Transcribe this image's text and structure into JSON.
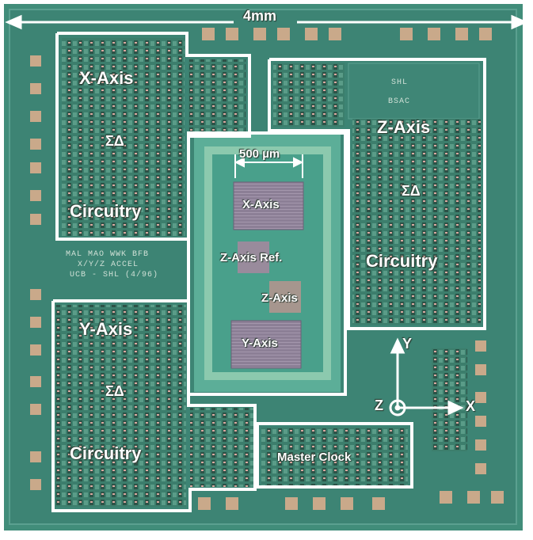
{
  "diagram": {
    "die_width_label": "4mm",
    "scale_bar_label": "500 µm",
    "regions": {
      "x_axis_circuit": {
        "title": "X-Axis",
        "sigma_delta": "ΣΔ",
        "circuitry": "Circuitry"
      },
      "y_axis_circuit": {
        "title": "Y-Axis",
        "sigma_delta": "ΣΔ",
        "circuitry": "Circuitry"
      },
      "z_axis_circuit": {
        "title": "Z-Axis",
        "sigma_delta": "ΣΔ",
        "circuitry": "Circuitry"
      },
      "master_clock": {
        "title": "Master Clock"
      }
    },
    "sensors": {
      "x_axis": "X-Axis",
      "z_axis_ref": "Z-Axis Ref.",
      "z_axis": "Z-Axis",
      "y_axis": "Y-Axis"
    },
    "die_markings": {
      "lines": [
        "MAL MAO WWK BFB",
        "X/Y/Z ACCEL",
        "UCB - SHL (4/96)"
      ],
      "logo_lines": [
        "SHL",
        "BSAC"
      ]
    },
    "axes_indicator": {
      "y": "Y",
      "z": "Z",
      "x": "X"
    },
    "colors": {
      "die": "#3f8a78",
      "outline": "#ffffff",
      "pad": "#c9a98a",
      "sensor": "#8b7f95"
    }
  }
}
